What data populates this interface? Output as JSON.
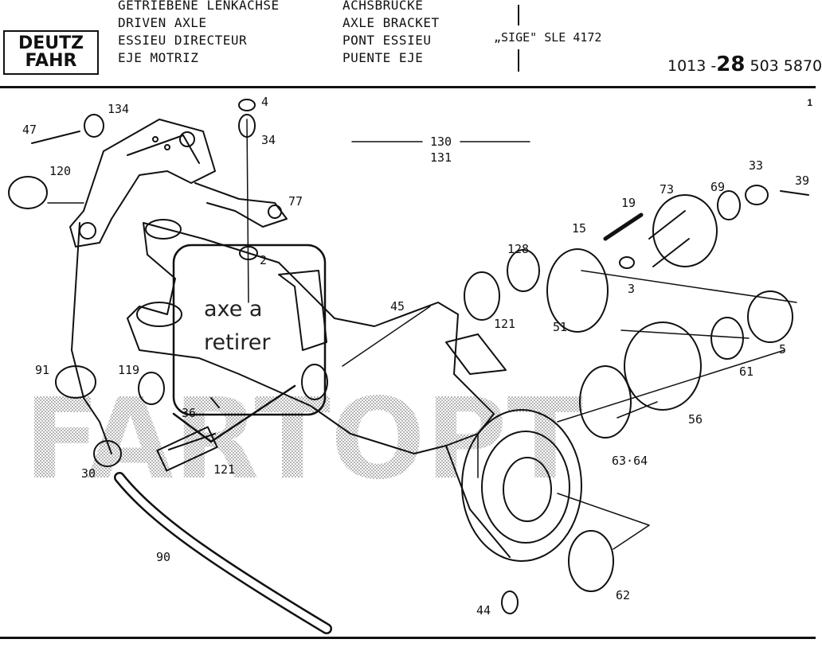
{
  "header": {
    "logo_line1": "DEUTZ",
    "logo_line2": "FAHR",
    "title_col1": [
      "GETRIEBENE LENKACHSE",
      "DRIVEN AXLE",
      "ESSIEU DIRECTEUR",
      "EJE MOTRIZ"
    ],
    "title_col2": [
      "ACHSBRÜCKE",
      "AXLE BRACKET",
      "PONT ESSIEU",
      "PUENTE EJE"
    ],
    "model": "„SIGE\" SLE 4172",
    "part_prefix": "1013 -",
    "part_group": "28",
    "part_suffix": "503 5870"
  },
  "page_number": "1",
  "watermark": "FARTOPT",
  "annotation": {
    "line1": "axe a",
    "line2": "retirer"
  },
  "callouts": {
    "c4": "4",
    "c34": "34",
    "c134": "134",
    "c47": "47",
    "c120": "120",
    "c77": "77",
    "c130": "130",
    "c131": "131",
    "c2": "2",
    "c45": "45",
    "c128": "128",
    "c121a": "121",
    "c15": "15",
    "c19": "19",
    "c3": "3",
    "c51": "51",
    "c73": "73",
    "c69": "69",
    "c33": "33",
    "c39": "39",
    "c5": "5",
    "c61": "61",
    "c56": "56",
    "c63_64": "63·64",
    "c91": "91",
    "c119": "119",
    "c36": "36",
    "c121b": "121",
    "c30": "30",
    "c90": "90",
    "c44": "44",
    "c62": "62"
  }
}
